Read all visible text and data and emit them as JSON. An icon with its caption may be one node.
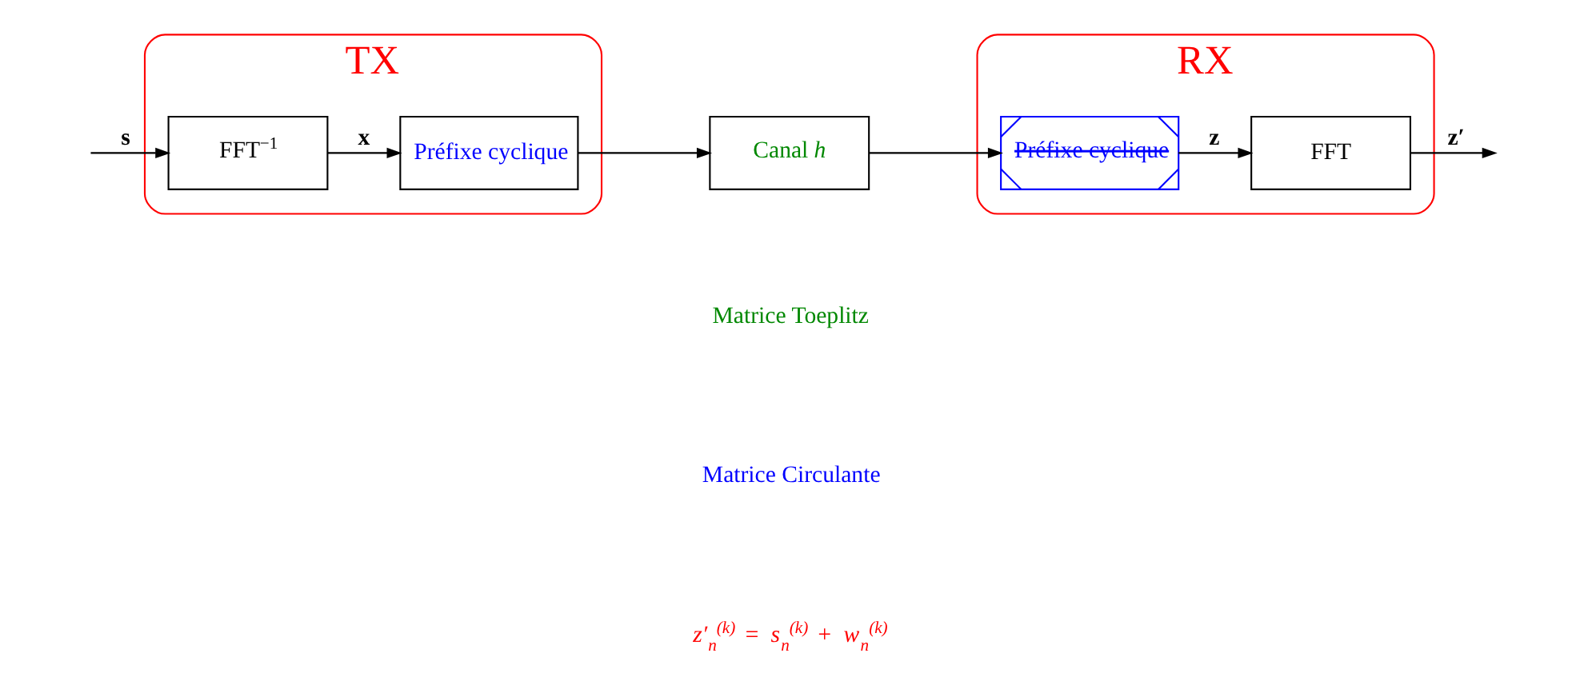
{
  "diagram": {
    "nodes": [
      {
        "text": [
          "TX"
        ]
      },
      {
        "text": [
          "FFT$^{−1}$"
        ],
        "in": 0
      },
      {
        "text": [
          "Préfixe cyclique"
        ],
        "in": 0
      },
      {
        "text": [
          "Canal *h*"
        ]
      },
      {
        "text": [
          "RX"
        ]
      },
      {
        "text": [
          "Préfixe cyclique"
        ],
        "in": 4
      },
      {
        "text": [
          "FFT"
        ],
        "in": 4
      }
    ],
    "edges": [
      {
        "from": null,
        "to": 1,
        "arrow": "to",
        "label": "s"
      },
      {
        "from": 1,
        "to": 2,
        "arrow": "to",
        "label": "x"
      },
      {
        "from": 2,
        "to": 3,
        "arrow": "to"
      },
      {
        "from": 3,
        "to": 5,
        "arrow": "to"
      },
      {
        "from": 5,
        "to": 6,
        "arrow": "to",
        "label": "z"
      },
      {
        "from": 6,
        "to": null,
        "arrow": "to",
        "label": "z′"
      }
    ],
    "labels": [
      "Matrice Toeplitz",
      "Matrice Circulante",
      "*z′$_{n}$$^{(k)}$ = s$_{n}$$^{(k)}$ + w$_{n}$$^{(k)}$*"
    ]
  }
}
